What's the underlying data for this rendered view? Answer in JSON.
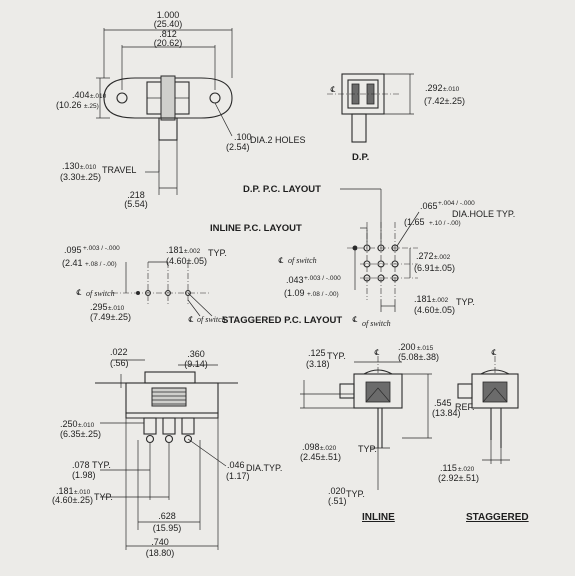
{
  "dims": {
    "overall_width": "1.000",
    "overall_width_mm": "(25.40)",
    "hole_spacing": ".812",
    "hole_spacing_mm": "(20.62)",
    "flange_height": ".404",
    "flange_height_tol": "±.010",
    "flange_height_mm": "(10.26",
    "flange_height_mm_tol": "±.25)",
    "holes": ".100",
    "holes_label": "DIA.2 HOLES",
    "holes_mm": "(2.54)",
    "travel": ".130",
    "travel_tol": "±.010",
    "travel_label": "TRAVEL",
    "travel_mm": "(3.30±.25)",
    "act_width": ".218",
    "act_width_mm": "(5.54)",
    "dp_h": ".292",
    "dp_h_tol": "±.010",
    "dp_h_mm": "(7.42±.25)",
    "hole_dia": ".065",
    "hole_dia_tol": "+.004 / -.000",
    "hole_dia_label": "DIA.HOLE TYP.",
    "hole_dia_mm": "(1.65",
    "hole_dia_mm_tol": "+.10 / -.00)",
    "row_sp": ".272",
    "row_sp_tol": "±.002",
    "row_sp_mm": "(6.91±.05)",
    "off_043": ".043",
    "off_043_tol": "+.003 / -.000",
    "off_043_mm": "(1.09",
    "off_043_mm_tol": "+.08 / -.00)",
    "pitch_r": ".181",
    "pitch_r_tol": "±.002",
    "pitch_r_label": "TYP.",
    "pitch_r_mm": "(4.60±.05)",
    "stag_095": ".095",
    "stag_095_tol": "+.003 / -.000",
    "stag_095_mm": "(2.41",
    "stag_095_mm_tol": "+.08 / -.00)",
    "pitch_l": ".181",
    "pitch_l_tol": "±.002",
    "pitch_l_label": "TYP.",
    "pitch_l_mm": "(4.60±.05)",
    "d295": ".295",
    "d295_tol": "±.010",
    "d295_mm": "(7.49±.25)",
    "d022": ".022",
    "d022_mm": "(.56)",
    "d360": ".360",
    "d360_mm": "(9.14)",
    "d250": ".250",
    "d250_tol": "±.010",
    "d250_mm": "(6.35±.25)",
    "d078": ".078",
    "d078_label": "TYP.",
    "d078_mm": "(1.98)",
    "d181b": ".181",
    "d181b_tol": "±.010",
    "d181b_label": "TYP.",
    "d181b_mm": "(4.60±.25)",
    "d628": ".628",
    "d628_mm": "(15.95)",
    "d740": ".740",
    "d740_mm": "(18.80)",
    "d046": ".046",
    "d046_label": "DIA.TYP.",
    "d046_mm": "(1.17)",
    "d125": ".125",
    "d125_label": "TYP.",
    "d125_mm": "(3.18)",
    "d200": ".200",
    "d200_tol": "±.015",
    "d200_mm": "(5.08±.38)",
    "d545": ".545",
    "d545_label": "REF.",
    "d545_mm": "(13.84)",
    "d098": ".098",
    "d098_tol": "±.020",
    "d098_label": "TYP.",
    "d098_mm": "(2.45±.51)",
    "d020": ".020",
    "d020_label": "TYP.",
    "d020_mm": "(.51)",
    "d115": ".115",
    "d115_tol": "±.020",
    "d115_mm": "(2.92±.51)"
  },
  "labels": {
    "dp": "D.P.",
    "dppc": "D.P. P.C. LAYOUT",
    "inline_pc": "INLINE P.C. LAYOUT",
    "staggered_pc": "STAGGERED P.C. LAYOUT",
    "cl_switch_1": "of switch",
    "cl_switch_2": "of switch",
    "cl_switch_3": "of switch",
    "cl_switch_4": "of switch",
    "inline": "INLINE",
    "staggered": "STAGGERED",
    "cl_symbol": "℄"
  }
}
